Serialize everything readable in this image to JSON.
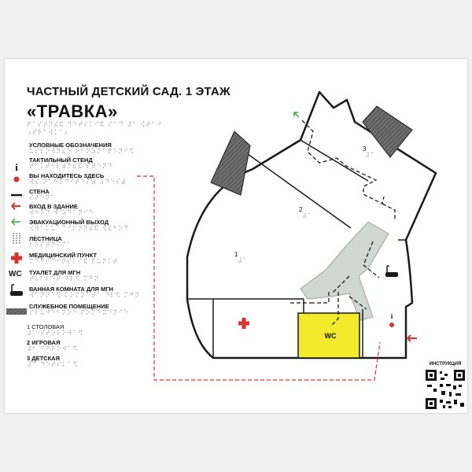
{
  "header": {
    "title_line1": "ЧАСТНЫЙ ДЕТСКИЙ САД. 1 ЭТАЖ",
    "title_line2": "«ТРАВКА»",
    "title_braille": "⠟⠁⠎⠞⠝⠮⠯ ⠙⠑⠞⠎⠅⠊⠯ ⠎⠁⠙ ⠼⠁ ⠪⠞⠁⠚",
    "title_braille_2": "⠰⠞⠗⠁⠺⠅⠁⠆"
  },
  "legend": {
    "heading": "УСЛОВНЫЕ ОБОЗНАЧЕНИЯ",
    "heading_braille": "⠥⠎⠇⠕⠺⠝⠮⠑ ⠕⠃⠕⠵⠝⠁⠟⠑⠝⠊⠫",
    "items": [
      {
        "icon": "info-icon",
        "label": "ТАКТИЛЬНЫЙ СТЕНД",
        "braille": "⠞⠁⠅⠞⠊⠇⠾⠝⠮⠯ ⠎⠞⠑⠝⠙"
      },
      {
        "icon": "you-are-here-icon",
        "label": "ВЫ НАХОДИТЕСЬ ЗДЕСЬ",
        "braille": "⠺⠮ ⠝⠁⠓⠕⠙⠊⠞⠑⠎⠾ ⠵⠙⠑⠎⠾"
      },
      {
        "icon": "wall-icon",
        "label": "СТЕНА",
        "braille": "⠎⠞⠑⠝⠁"
      },
      {
        "icon": "entrance-arrow-icon",
        "label": "ВХОД В ЗДАНИЕ",
        "braille": "⠺⠓⠕⠙ ⠺ ⠵⠙⠁⠝⠊⠑"
      },
      {
        "icon": "evacuation-arrow-icon",
        "label": "ЭВАКУАЦИОННЫЙ ВЫХОД",
        "braille": "⠪⠺⠁⠅⠥⠁⠉⠊⠕⠝⠝⠮⠯ ⠺⠮⠓⠕⠙"
      },
      {
        "icon": "stairs-icon",
        "label": "ЛЕСТНИЦА",
        "braille": "⠇⠑⠎⠞⠝⠊⠉⠁"
      },
      {
        "icon": "medical-cross-icon",
        "label": "МЕДИЦИНСКИЙ ПУНКТ",
        "braille": "⠍⠑⠙⠊⠉⠊⠝⠎⠅⠊⠯ ⠏⠥⠝⠅⠞"
      },
      {
        "icon": "wc-icon",
        "icon_text": "WC",
        "label": "ТУАЛЕТ ДЛЯ МГН",
        "braille": "⠞⠥⠁⠇⠑⠞ ⠙⠇⠫ ⠍⠛⠝"
      },
      {
        "icon": "bathtub-icon",
        "label": "ВАННАЯ КОМНАТА ДЛЯ МГН",
        "braille": "⠺⠁⠝⠝⠁⠫ ⠅⠕⠍⠝⠁⠞⠁ ⠙⠇⠫ ⠍⠛⠝"
      },
      {
        "icon": "service-room-icon",
        "label": "СЛУЖЕБНОЕ ПОМЕЩЕНИЕ",
        "braille": "⠎⠇⠥⠚⠑⠃⠝⠕⠑ ⠏⠕⠍⠑⠭⠑⠝⠊⠑"
      }
    ]
  },
  "rooms_legend": [
    {
      "num": "1",
      "name": "СТОЛОВАЯ",
      "label": "1 СТОЛОВАЯ",
      "braille": "⠼⠁ ⠎⠞⠕⠇⠕⠺⠁⠫"
    },
    {
      "num": "2",
      "name": "ИГРОВАЯ",
      "label": "2 ИГРОВАЯ",
      "braille": "⠼⠃ ⠊⠛⠗⠕⠺⠁⠫"
    },
    {
      "num": "3",
      "name": "ДЕТСКАЯ",
      "label": "3 ДЕТСКАЯ",
      "braille": "⠼⠉ ⠙⠑⠞⠎⠅⠁⠫"
    }
  ],
  "plan": {
    "room_numbers": [
      "1",
      "2",
      "3"
    ],
    "room_braille": "⠼⠁",
    "wc_label": "WC"
  },
  "colors": {
    "wall": "#1a1a1a",
    "route": "#d9312b",
    "evac": "#3aa845",
    "wc_fill": "#f2ea2a",
    "corridor": "#cfd8d2",
    "service": "#6d6d6d"
  },
  "qr": {
    "title": "ИНСТРУКЦИЯ"
  }
}
